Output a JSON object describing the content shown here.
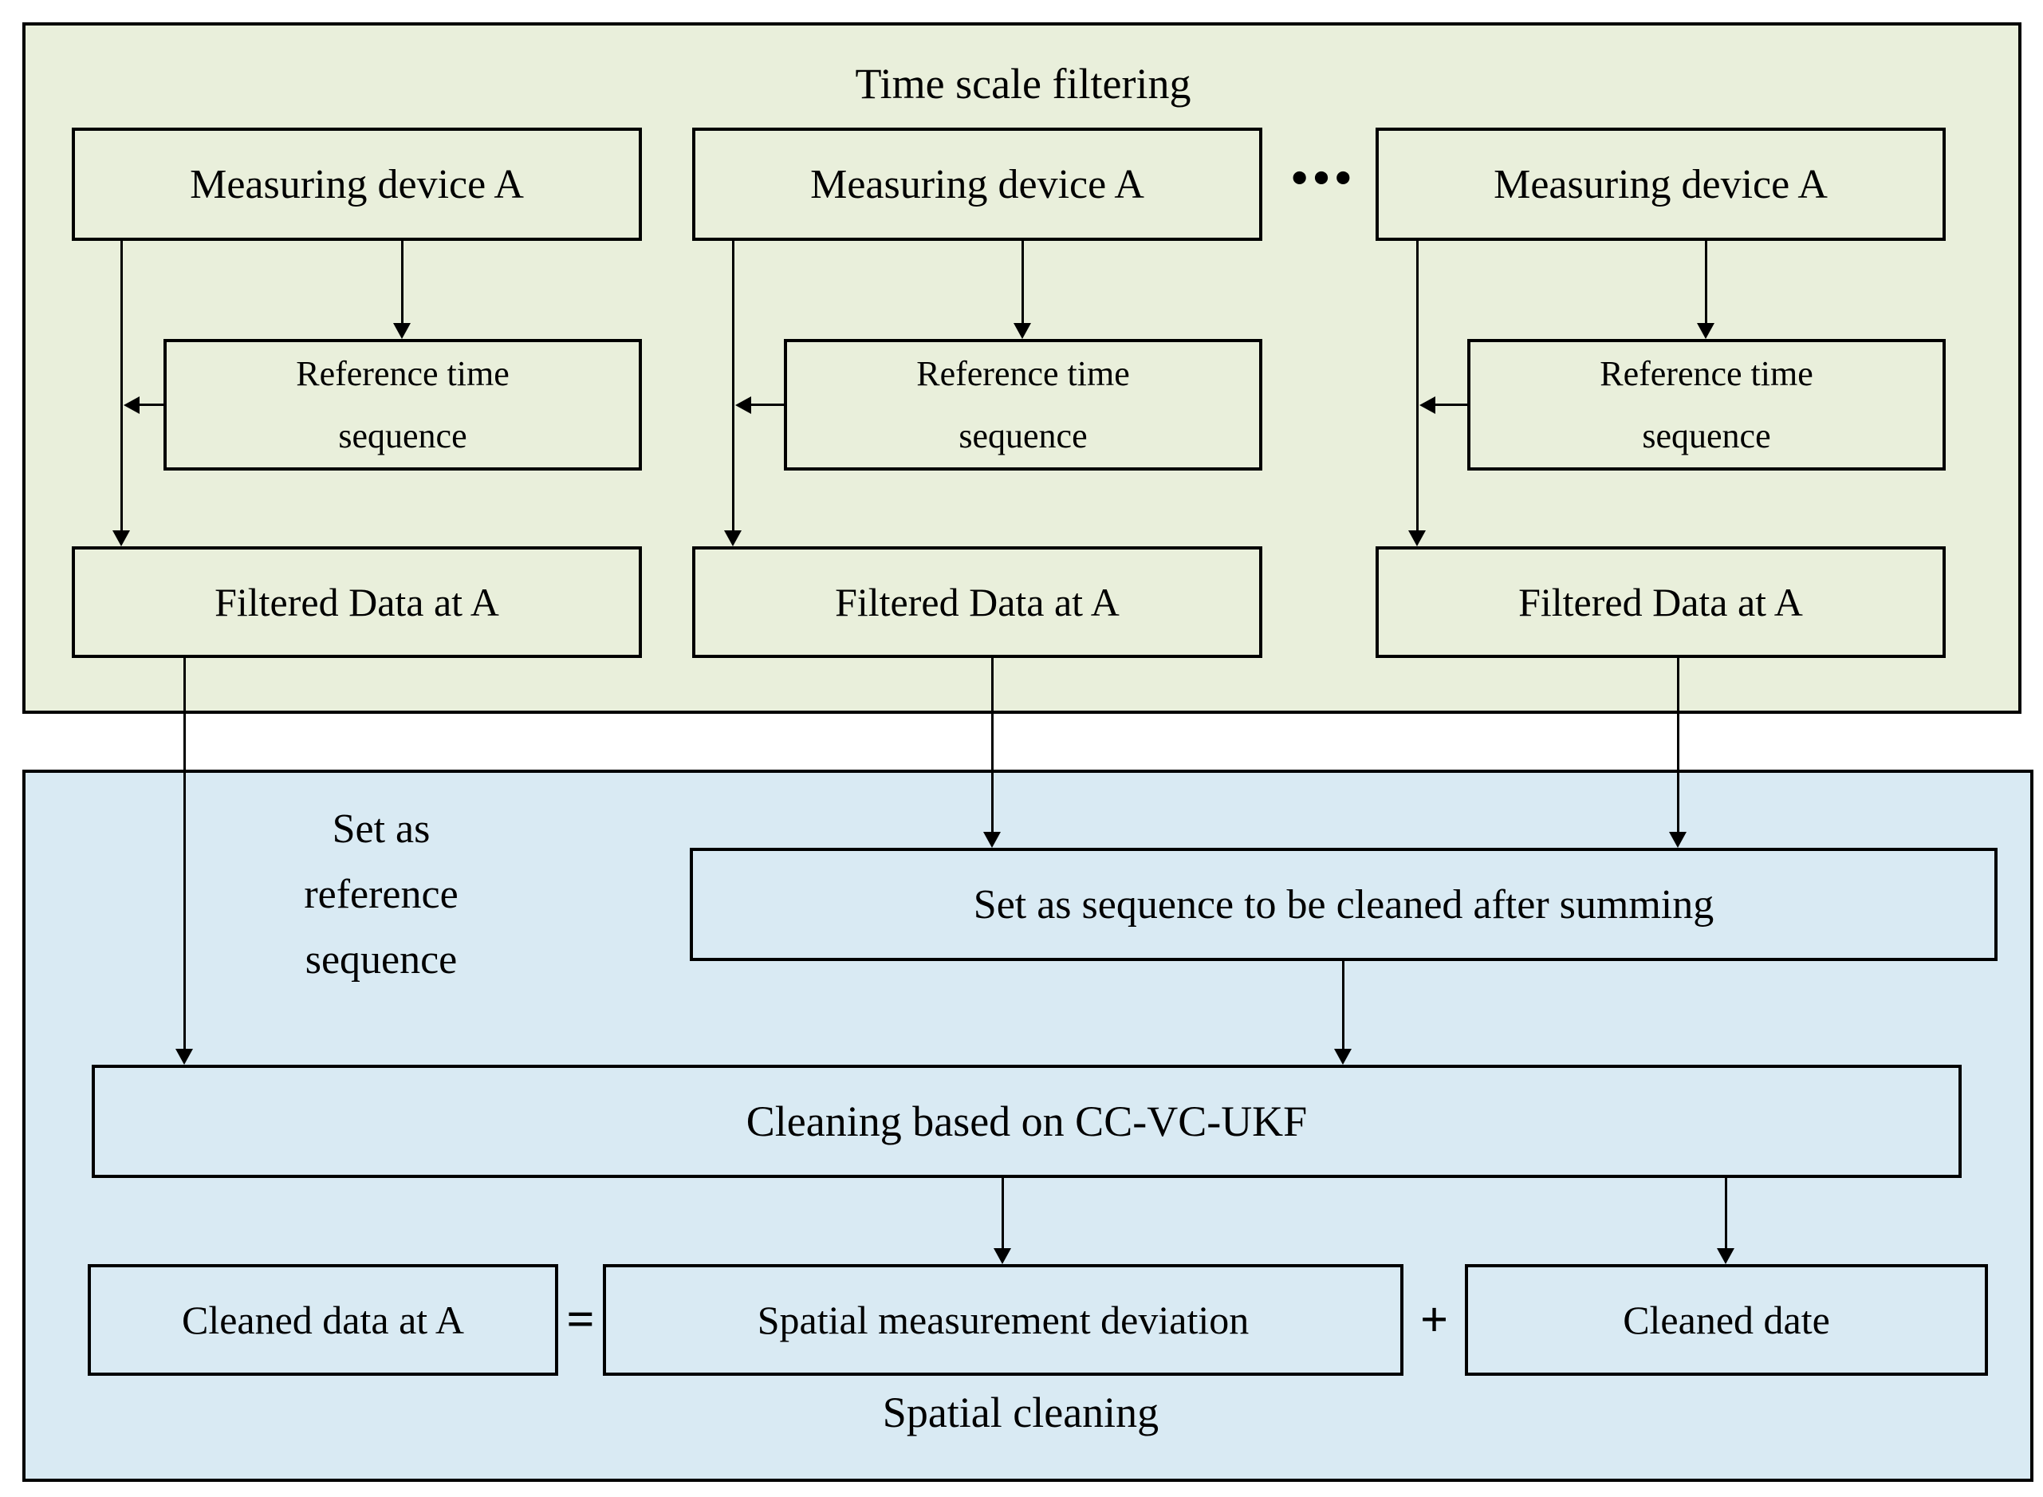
{
  "colors": {
    "panel_green": "#e9efdb",
    "panel_blue": "#d9eaf3",
    "line": "#000000"
  },
  "time_scale_panel": {
    "title": "Time scale filtering"
  },
  "ellipsis": "···",
  "columns": [
    {
      "measuring": "Measuring device A",
      "reference_line1": "Reference time",
      "reference_line2": "sequence",
      "filtered": "Filtered Data at A"
    },
    {
      "measuring": "Measuring device A",
      "reference_line1": "Reference time",
      "reference_line2": "sequence",
      "filtered": "Filtered Data at A"
    },
    {
      "measuring": "Measuring device A",
      "reference_line1": "Reference time",
      "reference_line2": "sequence",
      "filtered": "Filtered Data at A"
    }
  ],
  "spatial_panel": {
    "title": "Spatial cleaning",
    "set_as_reference": {
      "line1": "Set as",
      "line2": "reference",
      "line3": "sequence"
    },
    "sum_box": "Set as sequence to be cleaned after summing",
    "cleaning_box": "Cleaning based on CC-VC-UKF",
    "cleaned_data": "Cleaned data at A",
    "equals": "=",
    "spatial_deviation": "Spatial measurement deviation",
    "plus": "+",
    "cleaned_date": "Cleaned date"
  }
}
